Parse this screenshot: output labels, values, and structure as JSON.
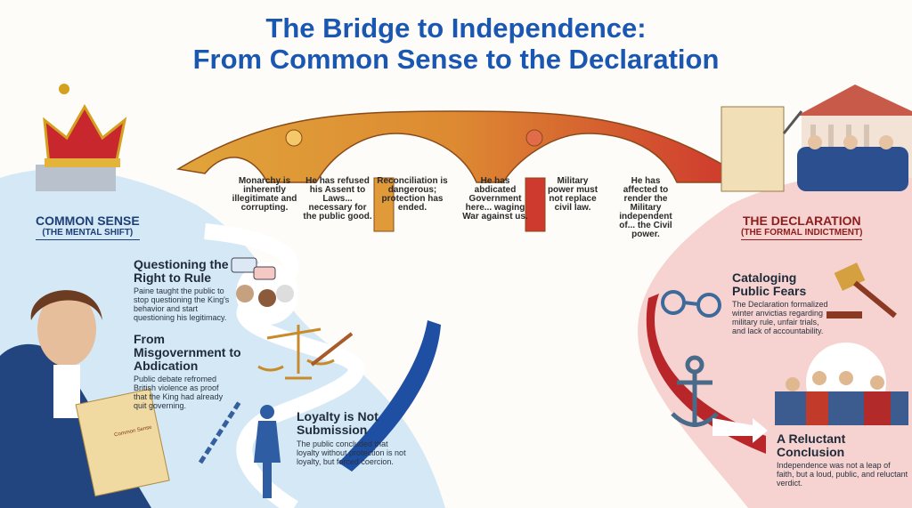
{
  "title": {
    "line1": "The Bridge to Independence:",
    "line2": "From Common Sense to the Declaration"
  },
  "bridge_captions": [
    "Monarchy is inherently illegitimate and corrupting.",
    "He has refused his Assent to Laws... necessary for the public good.",
    "Reconciliation is dangerous; protection has ended.",
    "He has abdicated Government here... waging War against us.",
    "Military power must not replace civil law.",
    "He has affected to render the Military independent of... the Civil power."
  ],
  "left": {
    "heading": "COMMON SENSE",
    "subheading": "(THE MENTAL SHIFT)",
    "book_label": "Common Sense",
    "items": [
      {
        "title": "Questioning the Right to Rule",
        "body": "Paine taught the public to stop questioning the King's behavior and start questioning his legitimacy."
      },
      {
        "title": "From Misgovernment to Abdication",
        "body": "Public debate refromed British violence as proof that the King had already quit governing."
      },
      {
        "title": "Loyalty is Not Submission",
        "body": "The public concluded that loyalty without protection is not loyalty, but forced coercion."
      }
    ]
  },
  "right": {
    "heading": "THE DECLARATION",
    "subheading": "(THE FORMAL INDICTMENT)",
    "items": [
      {
        "title": "Cataloging Public Fears",
        "body": "The Declaration formalized winter anvictias regarding military rule, unfair trials, and lack of accountability."
      },
      {
        "title": "A Reluctant Conclusion",
        "body": "Independence was not a leap of faith, but a loud, public, and reluctant verdict."
      }
    ]
  },
  "colors": {
    "title": "#1a57b3",
    "left_bg": "#d4e8f5",
    "right_bg": "#f6d3d0",
    "declaration": "#8e1d1d",
    "common_sense": "#1d3f78"
  }
}
